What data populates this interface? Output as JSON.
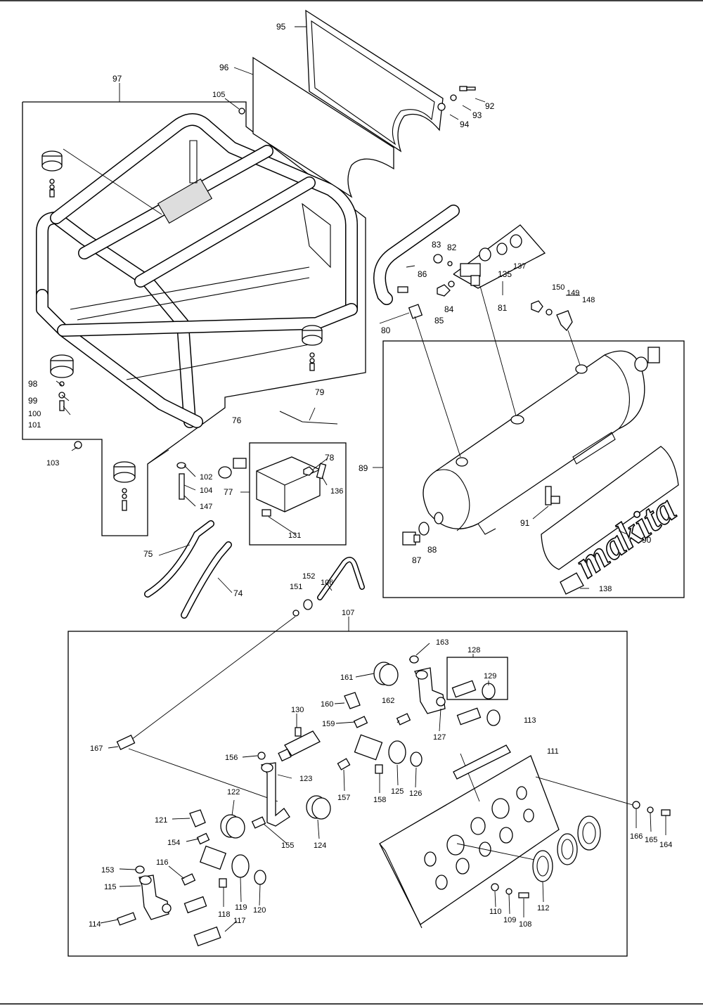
{
  "diagram": {
    "brand_text": "makita",
    "labels": {
      "p74": "74",
      "p75": "75",
      "p76": "76",
      "p77": "77",
      "p78": "78",
      "p79": "79",
      "p80": "80",
      "p81": "81",
      "p82": "82",
      "p83": "83",
      "p84": "84",
      "p85": "85",
      "p86": "86",
      "p87": "87",
      "p88": "88",
      "p89": "89",
      "p90": "90",
      "p91": "91",
      "p92": "92",
      "p93": "93",
      "p94": "94",
      "p95": "95",
      "p96": "96",
      "p97": "97",
      "p98": "98",
      "p99": "99",
      "p100": "100",
      "p101": "101",
      "p102": "102",
      "p103": "103",
      "p104": "104",
      "p105": "105",
      "p106": "106",
      "p107": "107",
      "p108": "108",
      "p109": "109",
      "p110": "110",
      "p111": "111",
      "p112": "112",
      "p113": "113",
      "p114": "114",
      "p115": "115",
      "p116": "116",
      "p117": "117",
      "p118": "118",
      "p119": "119",
      "p120": "120",
      "p121": "121",
      "p122": "122",
      "p123": "123",
      "p124": "124",
      "p125": "125",
      "p126": "126",
      "p127": "127",
      "p128": "128",
      "p129": "129",
      "p130": "130",
      "p131": "131",
      "p135": "135",
      "p136": "136",
      "p137": "137",
      "p138": "138",
      "p147": "147",
      "p148": "148",
      "p149": "149",
      "p150": "150",
      "p151": "151",
      "p152": "152",
      "p153": "153",
      "p154": "154",
      "p155": "155",
      "p156": "156",
      "p157": "157",
      "p158": "158",
      "p159": "159",
      "p160": "160",
      "p161": "161",
      "p162": "162",
      "p163": "163",
      "p164": "164",
      "p165": "165",
      "p166": "166",
      "p167": "167"
    }
  }
}
